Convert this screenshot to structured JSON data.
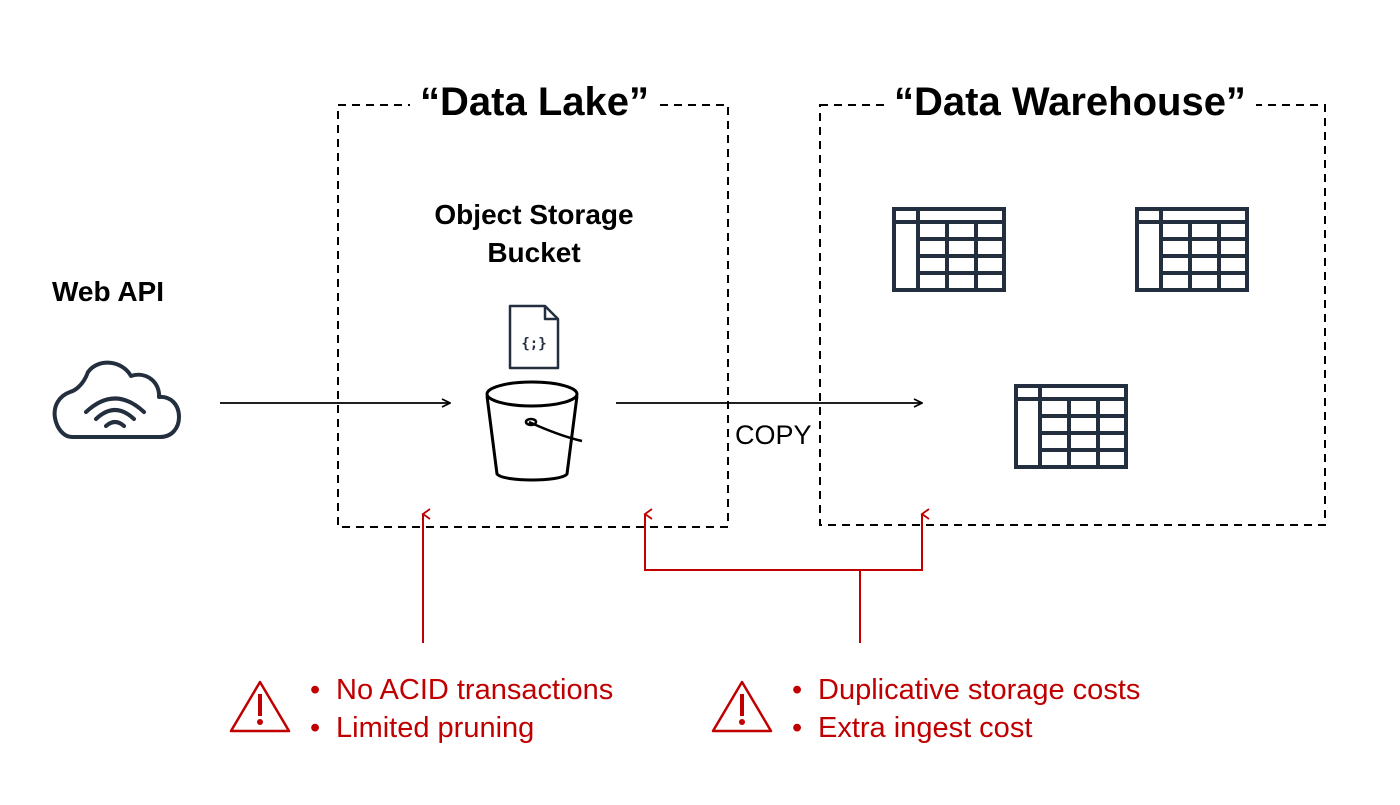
{
  "zones": {
    "data_lake": {
      "title": "“Data Lake”"
    },
    "data_warehouse": {
      "title": "“Data Warehouse”"
    }
  },
  "nodes": {
    "web_api": {
      "label": "Web API",
      "icon": "cloud-wifi-icon"
    },
    "object_storage": {
      "label_line1": "Object Storage",
      "label_line2": "Bucket",
      "icon": "bucket-icon",
      "file_icon": "json-file-icon",
      "file_glyph": "{;}"
    },
    "warehouse_tables": {
      "icon": "table-icon",
      "count": 3
    }
  },
  "edges": {
    "ingest": {
      "label": ""
    },
    "copy": {
      "label": "COPY"
    }
  },
  "warnings": {
    "lake": {
      "icon": "warning-icon",
      "items": [
        "No ACID transactions",
        "Limited pruning"
      ]
    },
    "warehouse": {
      "icon": "warning-icon",
      "items": [
        "Duplicative storage costs",
        "Extra ingest cost"
      ]
    }
  },
  "colors": {
    "ink": "#000000",
    "icon_navy": "#232f3e",
    "warning_red": "#c00000",
    "background": "#ffffff"
  }
}
